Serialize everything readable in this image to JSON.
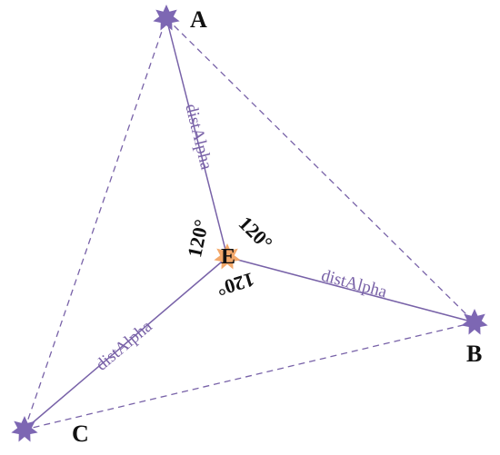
{
  "colors": {
    "line": "#7862a8",
    "vertex_star": "#7d67b3",
    "center_star": "#f3a86a",
    "text": "#111111"
  },
  "vertices": {
    "A": "A",
    "B": "B",
    "C": "C"
  },
  "center": "E",
  "distance_label": "distAlpha",
  "angles": {
    "upper_right": "120°",
    "left": "120°",
    "lower": "120°"
  }
}
